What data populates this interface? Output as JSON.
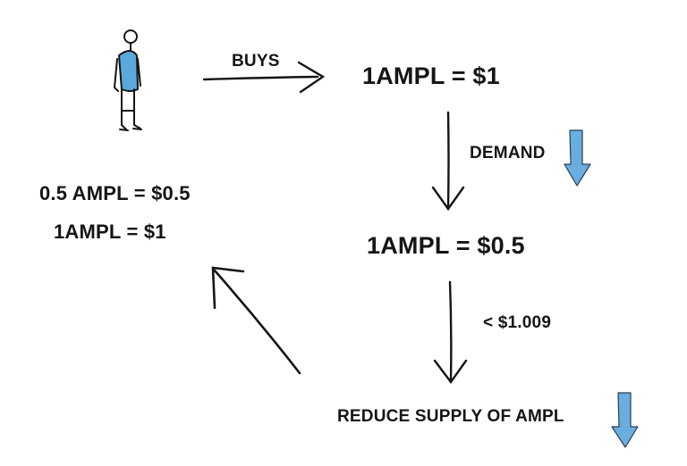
{
  "labels": {
    "buys": "BUYS",
    "price_initial": "1AMPL = $1",
    "demand": "DEMAND",
    "price_drop": "1AMPL = $0.5",
    "threshold": "< $1.009",
    "reduce_supply": "REDUCE SUPPLY OF AMPL",
    "left_line1": "0.5 AMPL = $0.5",
    "left_line2": "1AMPL = $1"
  },
  "colors": {
    "person_shirt": "#5aa9dc",
    "down_indicator": "#6aaee0",
    "ink": "#151515"
  },
  "icons": {
    "person": "person-icon",
    "demand_indicator": "down-arrow-icon",
    "supply_indicator": "down-arrow-icon"
  }
}
